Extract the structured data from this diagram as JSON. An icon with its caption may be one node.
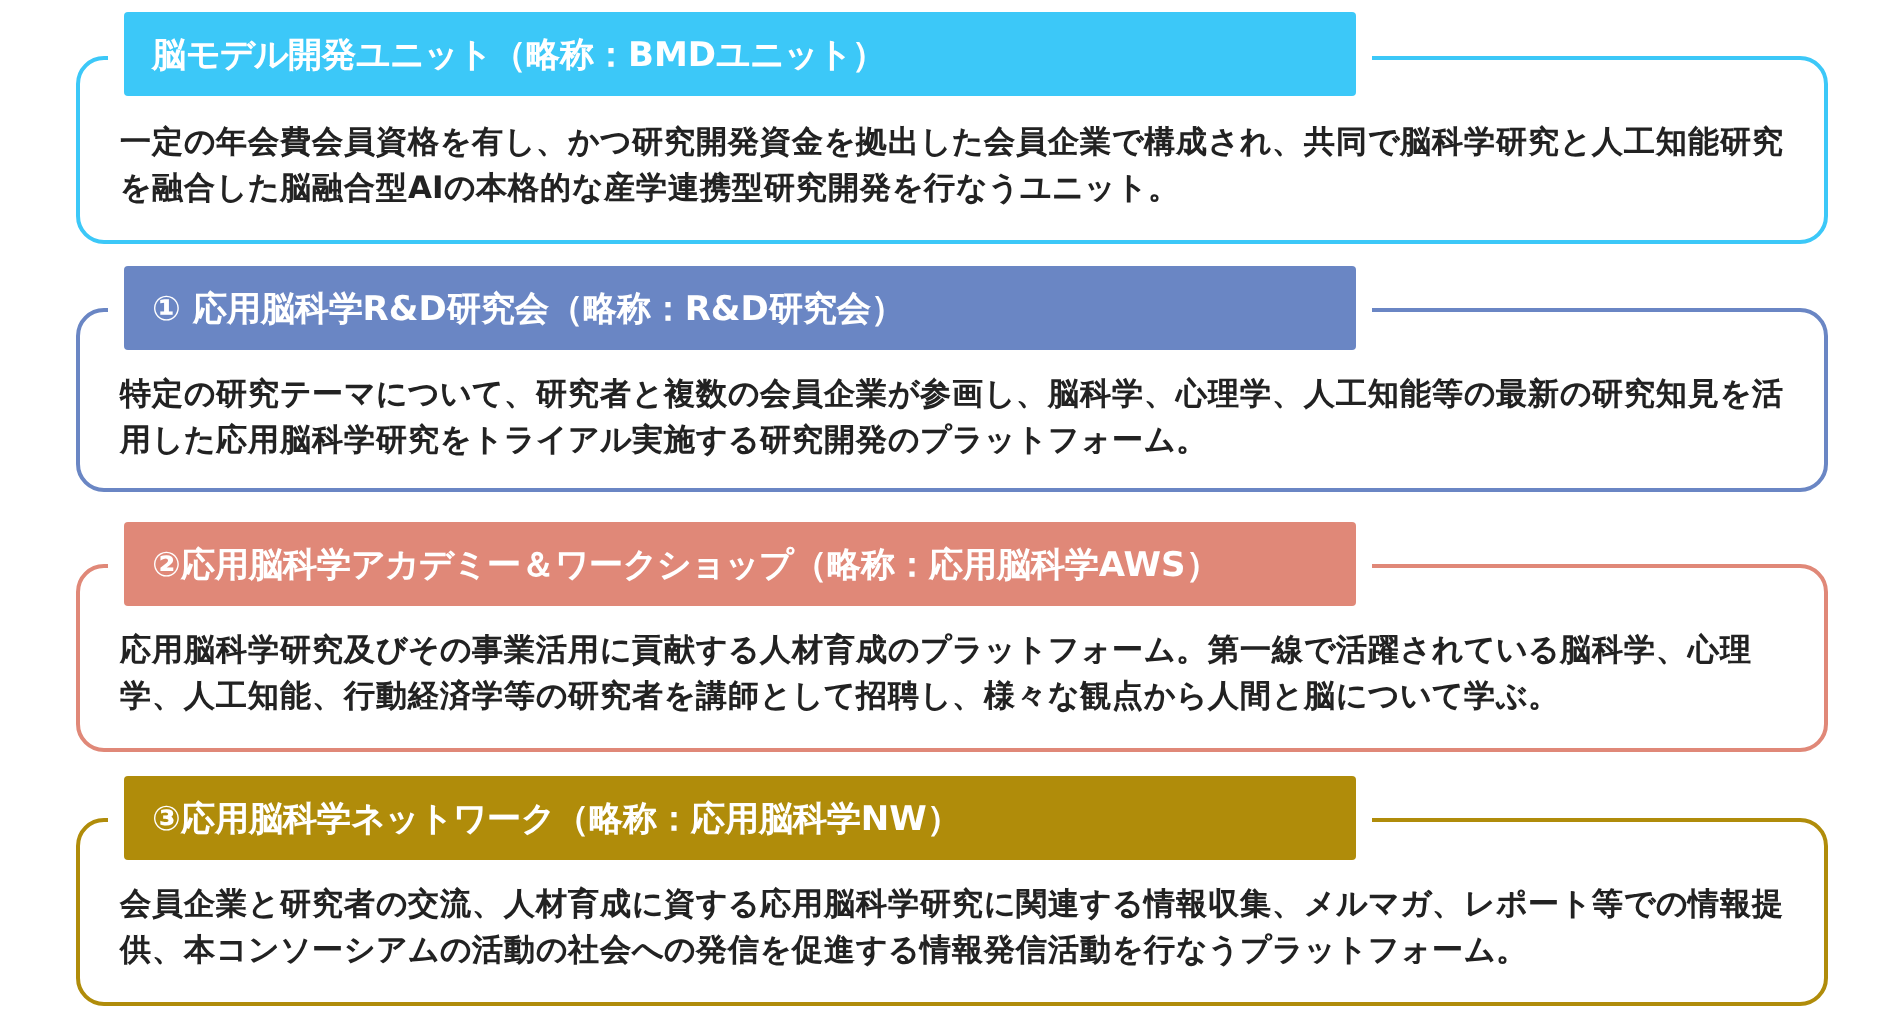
{
  "diagram": {
    "nodes": [
      {
        "text": [
          "脳モデル開発ユニット（略称：BMDユニット）"
        ]
      },
      {
        "text": [
          "一定の年会費会員資格を有し、かつ研究開発資金を拠出した会員企業で構成され、共同で脳科学研究と人工知能研究を融合した脳融合型AIの本格的な産学連携型研究開発を行なうユニット。"
        ]
      },
      {
        "text": [
          "① 応用脳科学R&D研究会（略称：R&D研究会）"
        ]
      },
      {
        "text": [
          "特定の研究テーマについて、研究者と複数の会員企業が参画し、脳科学、心理学、人工知能等の最新の研究知見を活用した応用脳科学研究をトライアル実施する研究開発のプラットフォーム。"
        ]
      },
      {
        "text": [
          "②応用脳科学アカデミー＆ワークショップ（略称：応用脳科学AWS）"
        ]
      },
      {
        "text": [
          "応用脳科学研究及びその事業活用に貢献する人材育成のプラットフォーム。第一線で活躍されている脳科学、心理学、人工知能、行動経済学等の研究者を講師として招聘し、様々な観点から人間と脳について学ぶ。"
        ]
      },
      {
        "text": [
          "③応用脳科学ネットワーク（略称：応用脳科学NW）"
        ]
      },
      {
        "text": [
          "会員企業と研究者の交流、人材育成に資する応用脳科学研究に関連する情報収集、メルマガ、レポート等での情報提供、本コンソーシアムの活動の社会への発信を促進する情報発信活動を行なうプラットフォーム。"
        ]
      }
    ]
  }
}
